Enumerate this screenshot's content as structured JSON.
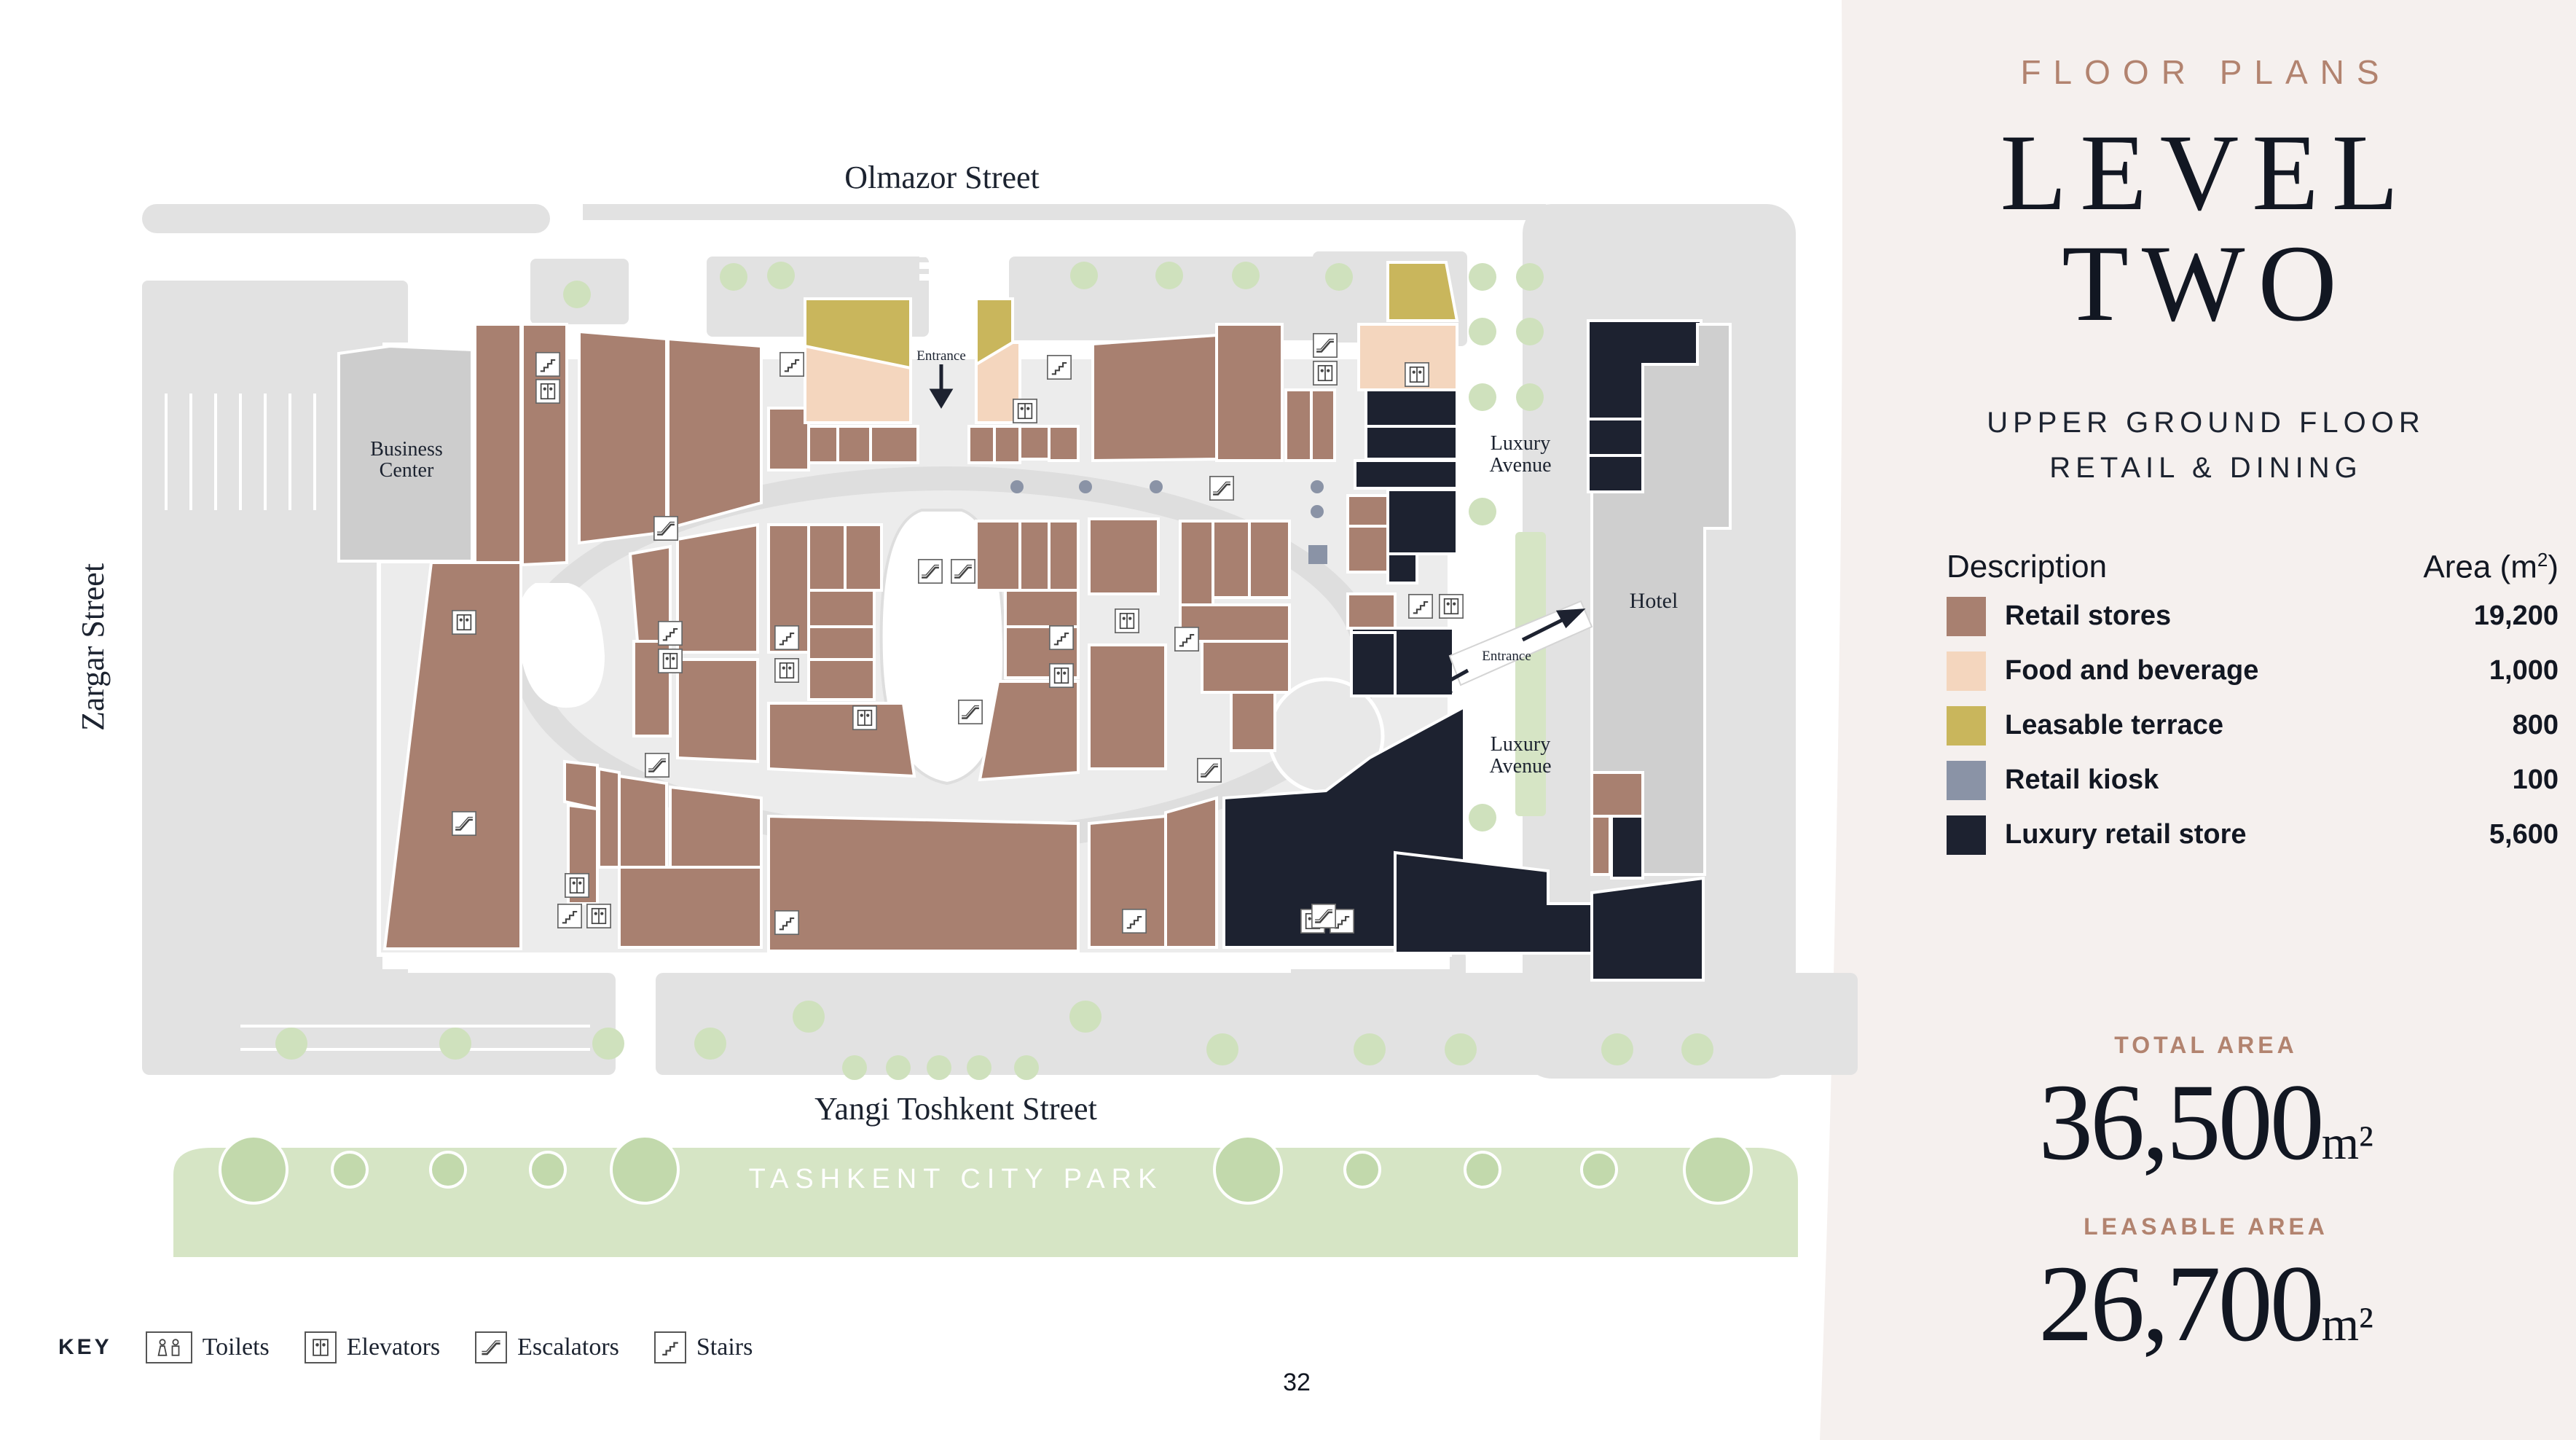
{
  "header": {
    "eyebrow": "FLOOR PLANS",
    "title_line1": "LEVEL",
    "title_line2": "TWO",
    "subtitle_line1": "UPPER GROUND FLOOR",
    "subtitle_line2": "RETAIL & DINING"
  },
  "legend": {
    "col_description": "Description",
    "col_area_prefix": "Area (m",
    "col_area_sup": "2",
    "col_area_suffix": ")",
    "items": [
      {
        "name": "Retail stores",
        "value": "19,200",
        "color": "#a88070"
      },
      {
        "name": "Food and beverage",
        "value": "1,000",
        "color": "#f4d6be"
      },
      {
        "name": "Leasable terrace",
        "value": "800",
        "color": "#c9b65c"
      },
      {
        "name": "Retail kiosk",
        "value": "100",
        "color": "#8a93a6"
      },
      {
        "name": "Luxury retail store",
        "value": "5,600",
        "color": "#1d2230"
      }
    ]
  },
  "stats": {
    "total_label": "TOTAL AREA",
    "total_value": "36,500",
    "total_unit": "m²",
    "leasable_label": "LEASABLE AREA",
    "leasable_value": "26,700",
    "leasable_unit": "m²"
  },
  "map": {
    "street_north": "Olmazor Street",
    "street_south": "Yangi Toshkent Street",
    "street_west": "Zargar Street",
    "park": "TASHKENT CITY PARK",
    "business_center_line1": "Business",
    "business_center_line2": "Center",
    "hotel": "Hotel",
    "luxury_avenue_top_line1": "Luxury",
    "luxury_avenue_top_line2": "Avenue",
    "luxury_avenue_bottom_line1": "Luxury",
    "luxury_avenue_bottom_line2": "Avenue",
    "entrance_north": "Entrance",
    "entrance_east": "Entrance",
    "colors": {
      "retail": "#a88070",
      "food": "#f4d6be",
      "terrace": "#c9b65c",
      "kiosk": "#8a93a6",
      "luxury": "#1d2230",
      "mall_floor": "#ececec",
      "surround": "#e2e2e2",
      "park": "#d6e5c5",
      "tree": "#cfe1bd",
      "panel_bg": "#f5f0ee"
    }
  },
  "key": {
    "title": "KEY",
    "items": [
      {
        "label": "Toilets",
        "icon": "toilet-icon"
      },
      {
        "label": "Elevators",
        "icon": "elevator-icon"
      },
      {
        "label": "Escalators",
        "icon": "escalator-icon"
      },
      {
        "label": "Stairs",
        "icon": "stairs-icon"
      }
    ]
  },
  "page_number": "32"
}
